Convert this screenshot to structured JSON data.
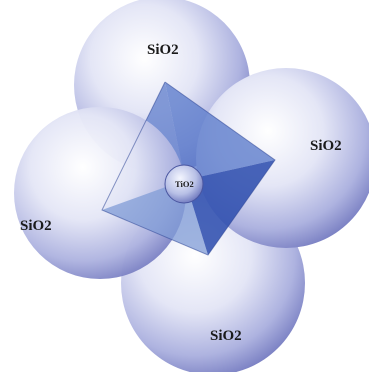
{
  "diagram": {
    "spheres": [
      {
        "id": "top",
        "label": "SiO2"
      },
      {
        "id": "right",
        "label": "SiO2"
      },
      {
        "id": "left",
        "label": "SiO2"
      },
      {
        "id": "bottom",
        "label": "SiO2"
      }
    ],
    "center": {
      "label": "TiO2"
    },
    "colors": {
      "sphere_highlight": "#ffffff",
      "sphere_mid": "#d3d6ef",
      "sphere_edge": "#7c82c4",
      "tetra_light": "#7f9bd6",
      "tetra_mid": "#5577c6",
      "tetra_dark": "#2f4fae"
    }
  }
}
